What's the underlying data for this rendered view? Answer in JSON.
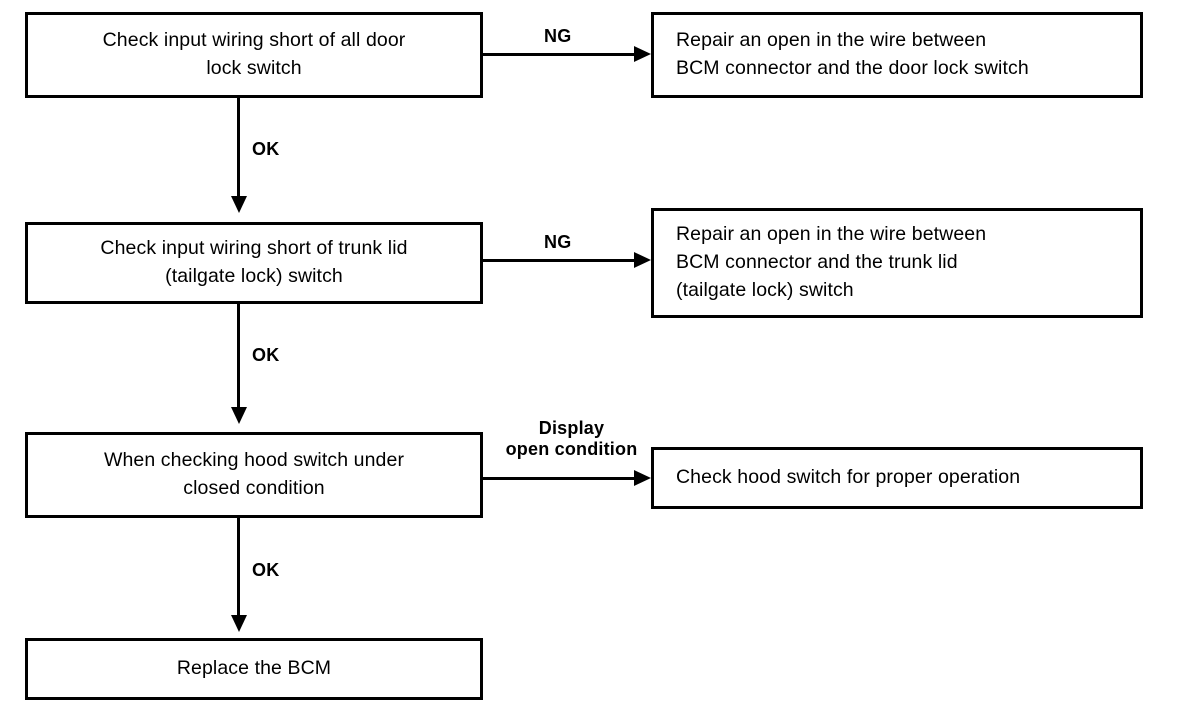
{
  "diagram": {
    "type": "troubleshooting-flowchart",
    "nodes": [
      {
        "id": "check-door-lock-switch",
        "text": "Check input wiring short of all door\nlock switch"
      },
      {
        "id": "repair-door-lock-wire",
        "text": "Repair an open in the wire between\nBCM connector and the door lock switch"
      },
      {
        "id": "check-trunk-lid-switch",
        "text": "Check input wiring short of trunk lid\n(tailgate lock) switch"
      },
      {
        "id": "repair-trunk-lid-wire",
        "text": "Repair an open in the wire between\nBCM connector and the trunk lid\n(tailgate lock) switch"
      },
      {
        "id": "check-hood-switch-closed",
        "text": "When checking hood switch under\nclosed condition"
      },
      {
        "id": "check-hood-switch-operation",
        "text": "Check hood switch for proper operation"
      },
      {
        "id": "replace-bcm",
        "text": "Replace the BCM"
      }
    ],
    "edge_labels": {
      "ng_1": "NG",
      "ng_2": "NG",
      "display_open_condition": "Display\nopen condition",
      "ok_1": "OK",
      "ok_2": "OK",
      "ok_3": "OK"
    },
    "colors": {
      "stroke": "#000000",
      "fill": "#ffffff",
      "text": "#000000"
    }
  }
}
